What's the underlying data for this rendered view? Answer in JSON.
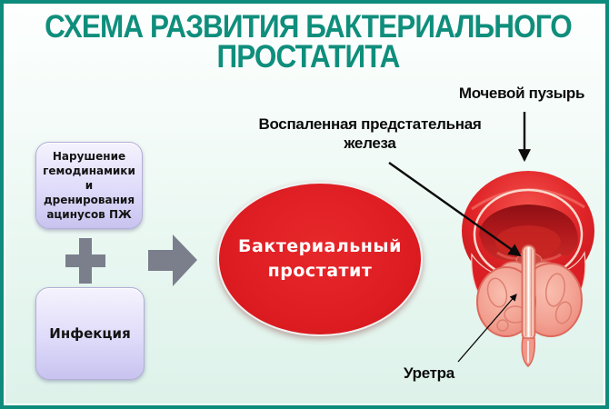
{
  "title": {
    "line1": "СХЕМА РАЗВИТИЯ БАКТЕРИАЛЬНОГО",
    "line2": "ПРОСТАТИТА"
  },
  "flow": {
    "cause1": "Нарушение гемодинамики и дренирования ацинусов ПЖ",
    "plus_icon": "plus-sign",
    "arrow_icon": "right-block-arrow",
    "cause2": "Инфекция",
    "result_line1": "Бактериальный",
    "result_line2": "простатит"
  },
  "anatomy": {
    "bladder_label": "Мочевой пузырь",
    "prostate_label_line1": "Воспаленная предстательная",
    "prostate_label_line2": "железа",
    "urethra_label": "Уретра"
  },
  "colors": {
    "frame_teal": "#0d8b7c",
    "title_teal": "#0f8e7c",
    "flow_gray": "#7b7f8c",
    "box_lavender_top": "#f5f3fd",
    "box_lavender_bottom": "#c8c3ef",
    "result_red": "#dc1c21",
    "bladder_red": "#dc1f24",
    "bladder_cavity_dark_red": "#a4151a",
    "prostate_pink": "#f2998c",
    "label_black": "#0b0b0b"
  }
}
